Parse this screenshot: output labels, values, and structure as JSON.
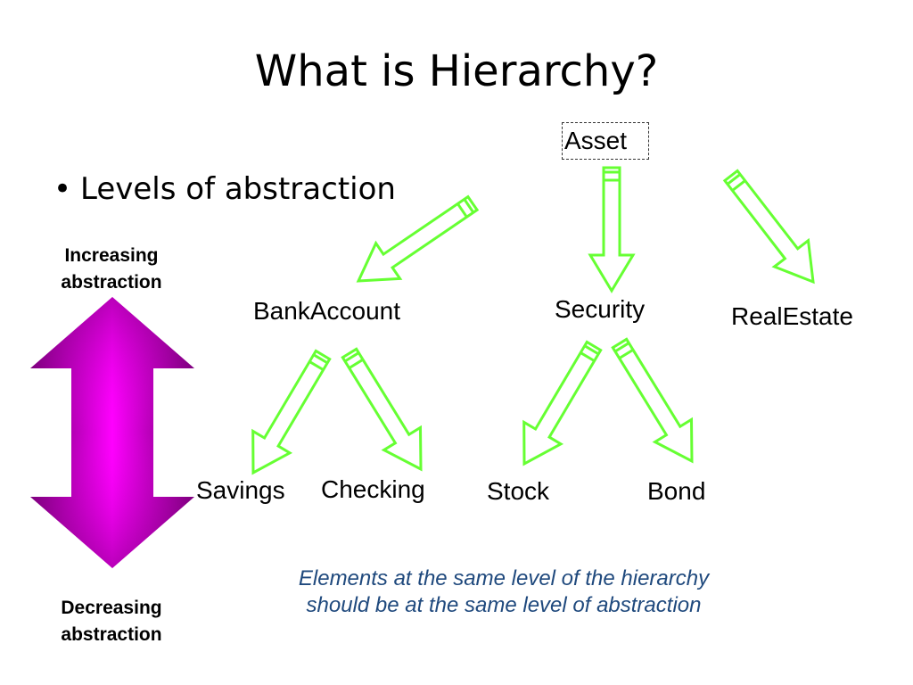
{
  "title": "What is Hierarchy?",
  "bullet": {
    "symbol": "•",
    "text": "Levels of abstraction"
  },
  "abstraction_scale": {
    "top_label_line1": "Increasing",
    "top_label_line2": "abstraction",
    "bottom_label_line1": "Decreasing",
    "bottom_label_line2": "abstraction",
    "arrow_color_center": "#ff00ff",
    "arrow_color_edge": "#660066"
  },
  "hierarchy": {
    "root": "Asset",
    "level1": [
      "BankAccount",
      "Security",
      "RealEstate"
    ],
    "level2_bank": [
      "Savings",
      "Checking"
    ],
    "level2_security": [
      "Stock",
      "Bond"
    ],
    "arrow_color": "#66ff33"
  },
  "caption": {
    "line1": "Elements at the same level of the hierarchy",
    "line2": "should be at the same level of abstraction"
  }
}
